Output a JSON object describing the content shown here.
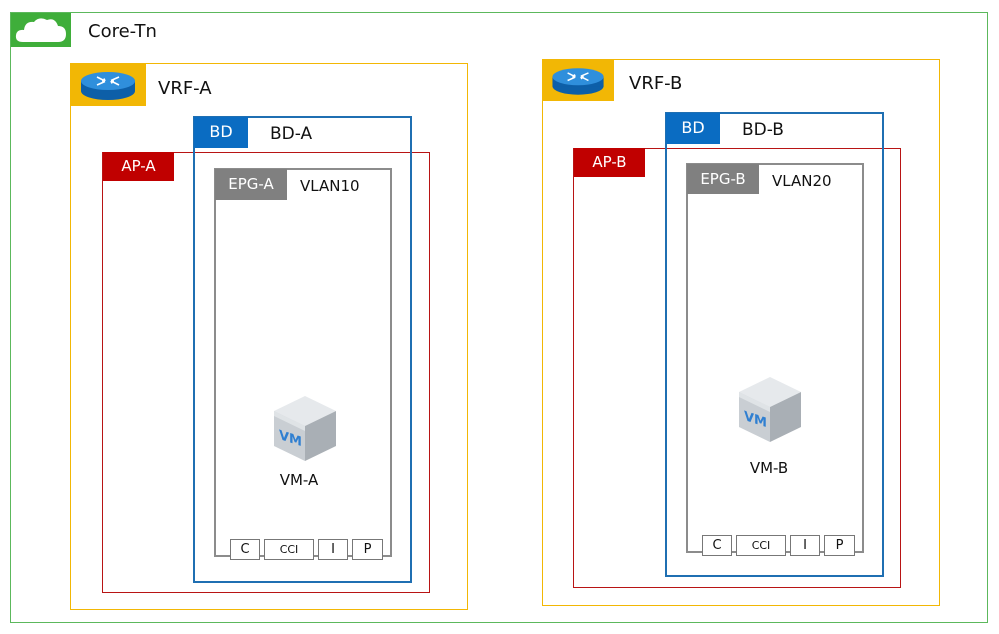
{
  "tenant": {
    "name": "Core-Tn",
    "icon": "cloud-icon",
    "color": "#3fae3a"
  },
  "vrfs": [
    {
      "name": "VRF-A",
      "icon": "router-icon",
      "ap": {
        "name": "AP-A"
      },
      "bd": {
        "badge": "BD",
        "name": "BD-A"
      },
      "epg": {
        "name": "EPG-A",
        "vlan": "VLAN10"
      },
      "vm": {
        "name": "VM-A",
        "icon": "vm-cube-icon",
        "icon_text": "VM"
      },
      "contract": [
        "C",
        "CCI",
        "I",
        "P"
      ]
    },
    {
      "name": "VRF-B",
      "icon": "router-icon",
      "ap": {
        "name": "AP-B"
      },
      "bd": {
        "badge": "BD",
        "name": "BD-B"
      },
      "epg": {
        "name": "EPG-B",
        "vlan": "VLAN20"
      },
      "vm": {
        "name": "VM-B",
        "icon": "vm-cube-icon",
        "icon_text": "VM"
      },
      "contract": [
        "C",
        "CCI",
        "I",
        "P"
      ]
    }
  ],
  "colors": {
    "tenant": "#5cb85c",
    "vrf": "#f2b705",
    "ap": "#c00000",
    "bd": "#0a6cc2",
    "epg": "#808080",
    "router": "#1577c9"
  }
}
